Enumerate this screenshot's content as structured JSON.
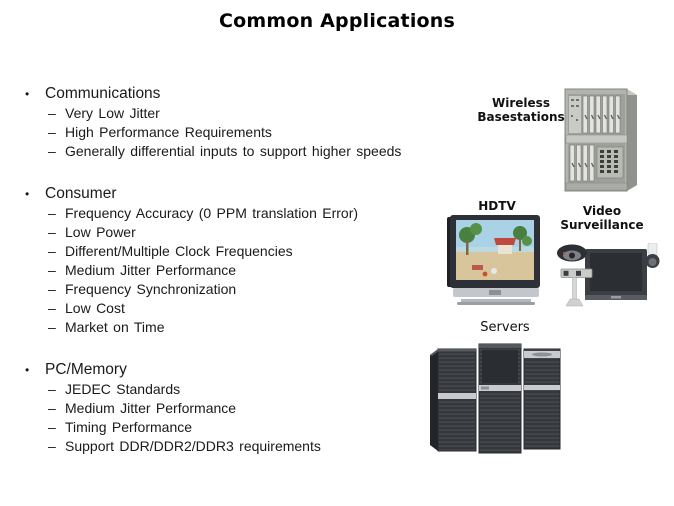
{
  "slide": {
    "title": "Common Applications",
    "glyphs": {
      "bullet": "•",
      "dash": "–"
    },
    "colors": {
      "background": "#ffffff",
      "text": "#1a1a1a",
      "title": "#000000"
    },
    "sections": [
      {
        "title": "Communications",
        "items": [
          "Very Low Jitter",
          "High Performance Requirements",
          "Generally differential inputs to support higher speeds"
        ]
      },
      {
        "title": "Consumer",
        "items": [
          "Frequency Accuracy (0 PPM translation Error)",
          "Low Power",
          "Different/Multiple Clock Frequencies",
          "Medium Jitter Performance",
          "Frequency Synchronization",
          "Low Cost",
          "Market on Time"
        ]
      },
      {
        "title": "PC/Memory",
        "items": [
          "JEDEC Standards",
          "Medium Jitter Performance",
          "Timing Performance",
          "Support DDR/DDR2/DDR3 requirements"
        ]
      }
    ],
    "figures": {
      "basestation": {
        "label_line1": "Wireless",
        "label_line2": "Basestations"
      },
      "hdtv": {
        "label": "HDTV"
      },
      "surveillance": {
        "label_line1": "Video",
        "label_line2": "Surveillance"
      },
      "servers": {
        "label": "Servers"
      }
    }
  }
}
